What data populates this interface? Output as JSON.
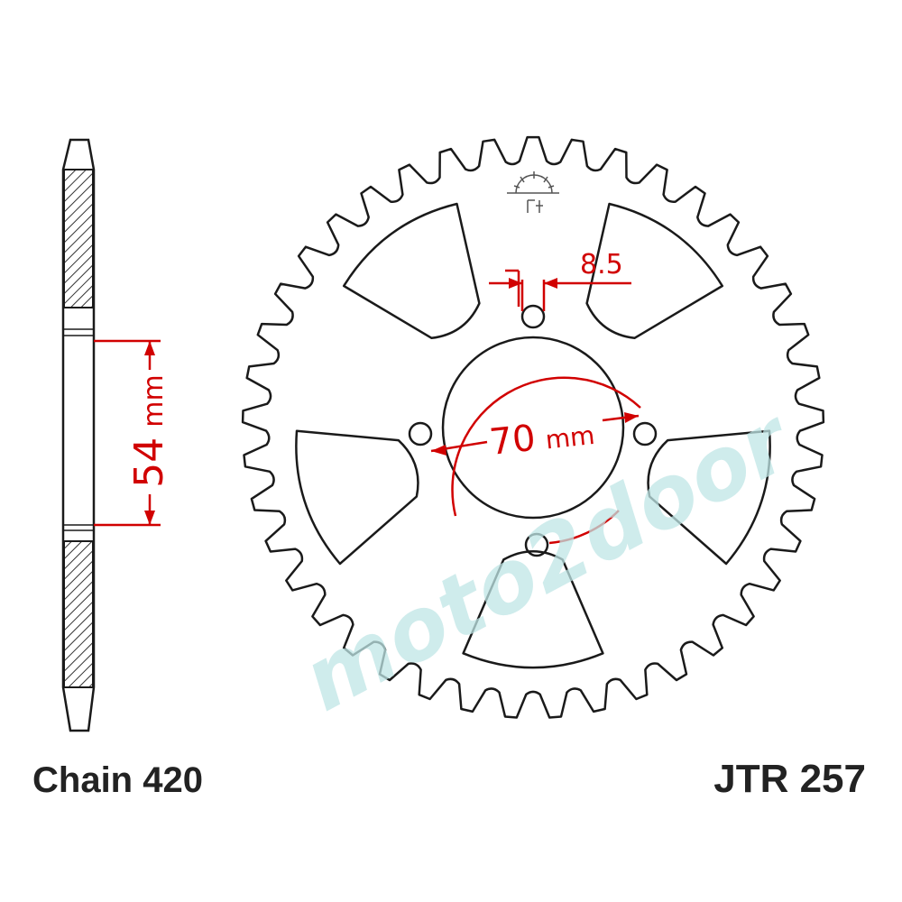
{
  "drawing": {
    "chain_label": "Chain 420",
    "part_number": "JTR 257",
    "dim_hub_width": "54",
    "dim_hub_width_unit": "mm",
    "dim_pcd": "70",
    "dim_pcd_unit": "mm",
    "dim_bolt_hole": "8.5",
    "watermark": "moto2door",
    "teeth": 41,
    "colors": {
      "outline": "#1a1a1a",
      "dimension": "#d10000",
      "hatch": "#333333",
      "watermark": "#bfe6e6"
    }
  }
}
